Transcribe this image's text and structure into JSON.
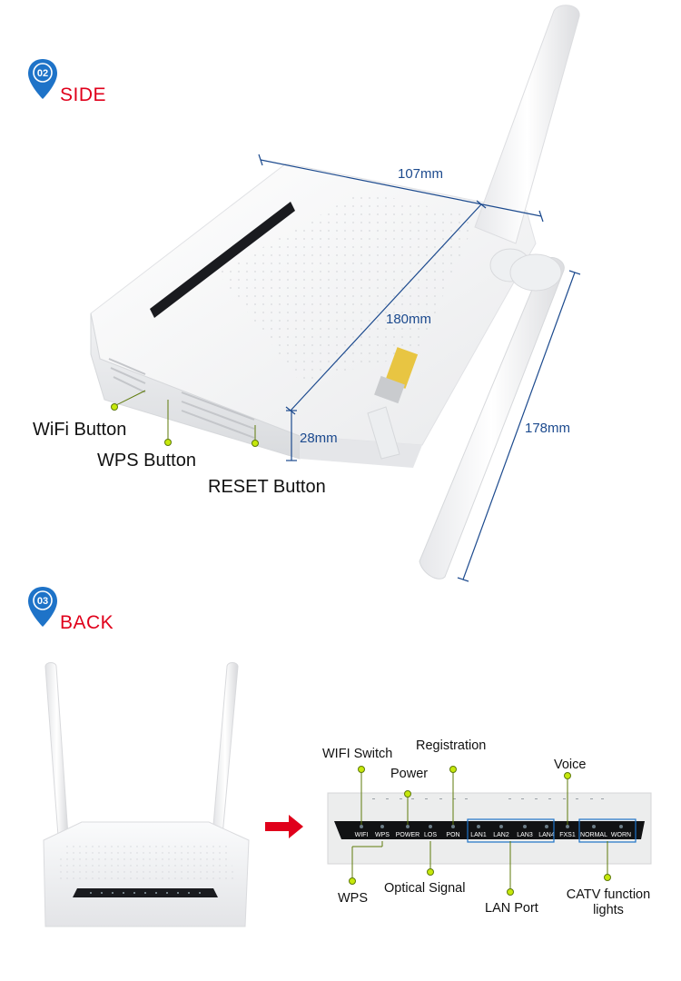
{
  "sections": {
    "side": {
      "number": "02",
      "title": "SIDE"
    },
    "back": {
      "number": "03",
      "title": "BACK"
    }
  },
  "side_view": {
    "callouts": {
      "wifi_button": "WiFi Button",
      "wps_button": "WPS Button",
      "reset_button": "RESET Button"
    },
    "dimensions": {
      "length": "107mm",
      "width": "180mm",
      "height": "28mm",
      "antenna": "178mm"
    }
  },
  "back_view": {
    "led_panel": [
      "WIFI",
      "WPS",
      "POWER",
      "LOS",
      "PON",
      "LAN1",
      "LAN2",
      "LAN3",
      "LAN4",
      "FXS1",
      "NORMAL",
      "WORN"
    ],
    "labels": {
      "wifi_switch": "WIFI Switch",
      "power": "Power",
      "registration": "Registration",
      "voice": "Voice",
      "wps": "WPS",
      "optical_signal": "Optical Signal",
      "lan_port": "LAN Port",
      "catv": "CATV function lights"
    }
  },
  "colors": {
    "accent_red": "#e0001b",
    "pin_blue": "#1e73c8",
    "dimension_blue": "#1c4a8e",
    "callout_dot": "#c6e80b"
  }
}
